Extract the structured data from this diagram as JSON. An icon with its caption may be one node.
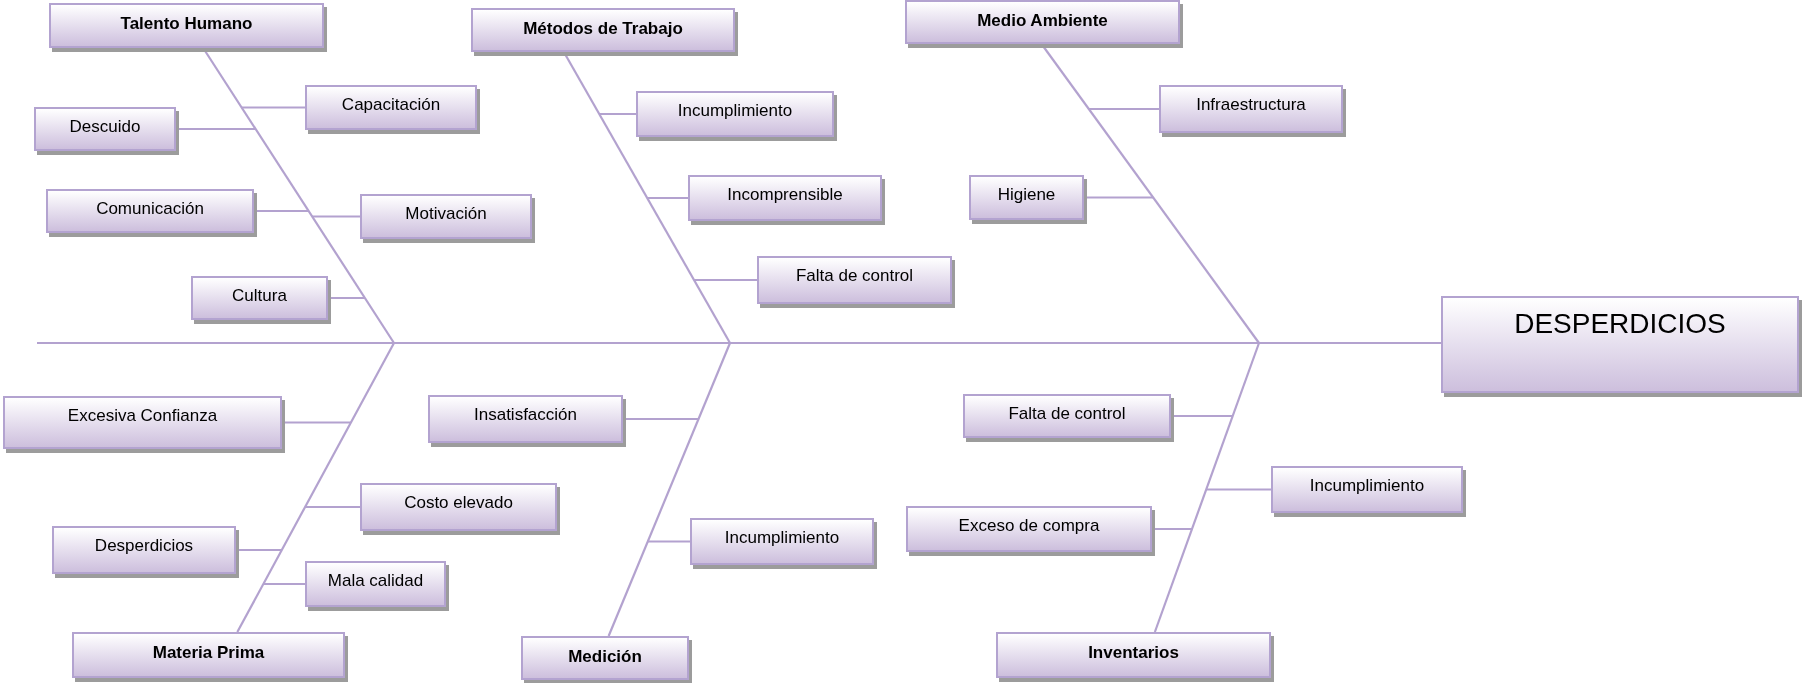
{
  "diagram": {
    "nodes": [
      {
        "text": [
          "Talento Humano"
        ]
      },
      {
        "text": [
          "Métodos de Trabajo"
        ]
      },
      {
        "text": [
          "Medio Ambiente"
        ]
      },
      {
        "text": [
          "DESPERDICIOS"
        ]
      },
      {
        "text": [
          "Materia Prima"
        ]
      },
      {
        "text": [
          "Medición"
        ]
      },
      {
        "text": [
          "Inventarios"
        ]
      },
      {
        "text": [
          "Capacitación"
        ]
      },
      {
        "text": [
          "Descuido"
        ]
      },
      {
        "text": [
          "Comunicación"
        ]
      },
      {
        "text": [
          "Motivación"
        ]
      },
      {
        "text": [
          "Cultura"
        ]
      },
      {
        "text": [
          "Incumplimiento"
        ]
      },
      {
        "text": [
          "Incomprensible"
        ]
      },
      {
        "text": [
          "Falta de control"
        ]
      },
      {
        "text": [
          "Infraestructura"
        ]
      },
      {
        "text": [
          "Higiene"
        ]
      },
      {
        "text": [
          "Excesiva Confianza"
        ]
      },
      {
        "text": [
          "Costo elevado"
        ]
      },
      {
        "text": [
          "Desperdicios"
        ]
      },
      {
        "text": [
          "Mala calidad"
        ]
      },
      {
        "text": [
          "Insatisfacción"
        ]
      },
      {
        "text": [
          "Incumplimiento"
        ]
      },
      {
        "text": [
          "Falta de control"
        ]
      },
      {
        "text": [
          "Incumplimiento"
        ]
      },
      {
        "text": [
          "Exceso de compra"
        ]
      }
    ],
    "edges": [
      {
        "from": null,
        "to": 3,
        "arrow": "none"
      },
      {
        "from": 0,
        "to": null,
        "arrow": "none"
      },
      {
        "from": 1,
        "to": null,
        "arrow": "none"
      },
      {
        "from": 2,
        "to": null,
        "arrow": "none"
      },
      {
        "from": 4,
        "to": null,
        "arrow": "none"
      },
      {
        "from": 5,
        "to": null,
        "arrow": "none"
      },
      {
        "from": 6,
        "to": null,
        "arrow": "none"
      },
      {
        "from": 7,
        "to": null,
        "arrow": "none"
      },
      {
        "from": 8,
        "to": null,
        "arrow": "none"
      },
      {
        "from": 9,
        "to": null,
        "arrow": "none"
      },
      {
        "from": 10,
        "to": null,
        "arrow": "none"
      },
      {
        "from": 11,
        "to": null,
        "arrow": "none"
      },
      {
        "from": 12,
        "to": null,
        "arrow": "none"
      },
      {
        "from": 13,
        "to": null,
        "arrow": "none"
      },
      {
        "from": 14,
        "to": null,
        "arrow": "none"
      },
      {
        "from": 15,
        "to": null,
        "arrow": "none"
      },
      {
        "from": 16,
        "to": null,
        "arrow": "none"
      },
      {
        "from": 17,
        "to": null,
        "arrow": "none"
      },
      {
        "from": 18,
        "to": null,
        "arrow": "none"
      },
      {
        "from": 19,
        "to": null,
        "arrow": "none"
      },
      {
        "from": 20,
        "to": null,
        "arrow": "none"
      },
      {
        "from": 21,
        "to": null,
        "arrow": "none"
      },
      {
        "from": 22,
        "to": null,
        "arrow": "none"
      },
      {
        "from": 23,
        "to": null,
        "arrow": "none"
      },
      {
        "from": 24,
        "to": null,
        "arrow": "none"
      },
      {
        "from": 25,
        "to": null,
        "arrow": "none"
      }
    ]
  }
}
